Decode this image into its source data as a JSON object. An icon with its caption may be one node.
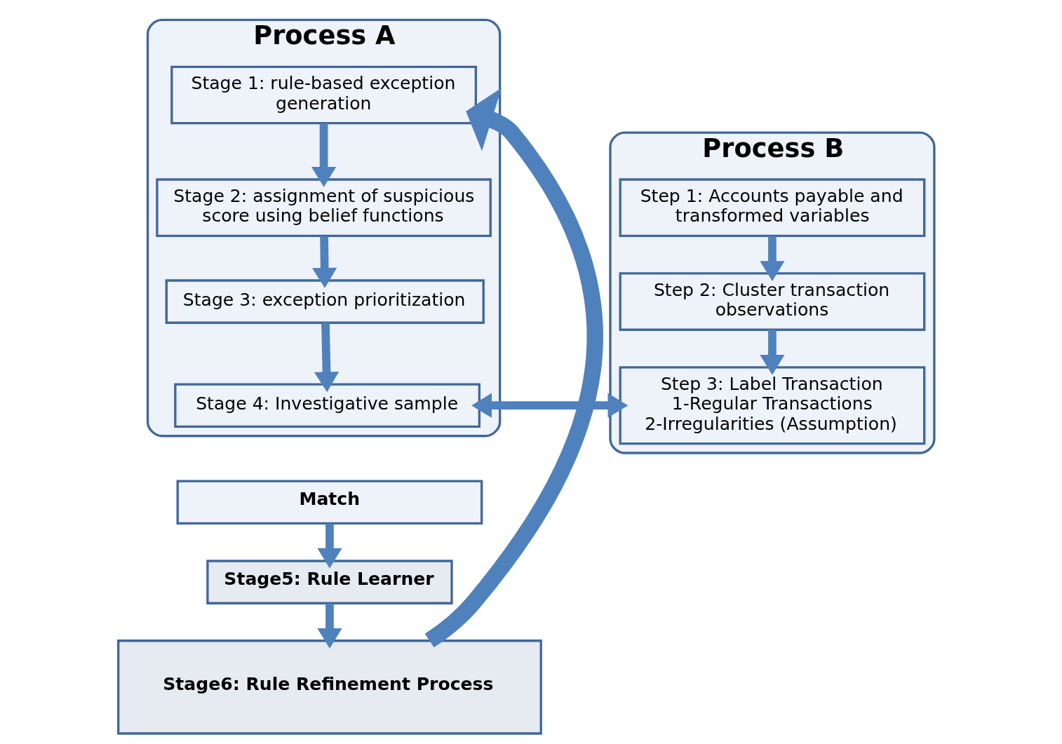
{
  "diagram": {
    "nodes": [
      {
        "text": [
          "Process A"
        ]
      },
      {
        "text": [
          "Stage 1: rule-based exception generation"
        ],
        "in": 0
      },
      {
        "text": [
          "Stage 2: assignment of suspicious score using belief functions"
        ],
        "in": 0
      },
      {
        "text": [
          "Stage 3: exception prioritization"
        ],
        "in": 0
      },
      {
        "text": [
          "Stage 4: Investigative sample"
        ],
        "in": 0
      },
      {
        "text": [
          "Process B"
        ]
      },
      {
        "text": [
          "Step 1: Accounts payable and transformed variables"
        ],
        "in": 5
      },
      {
        "text": [
          "Step 2: Cluster transaction observations"
        ],
        "in": 5
      },
      {
        "text": [
          "Step 3: Label Transaction 1-Regular Transactions 2-Irregularities (Assumption)"
        ],
        "in": 5
      },
      {
        "text": [
          "Match"
        ]
      },
      {
        "text": [
          "Stage5: Rule Learner"
        ]
      },
      {
        "text": [
          "Stage6: Rule Refinement Process"
        ]
      }
    ],
    "edges": [
      {
        "from": 1,
        "to": 2,
        "arrow": "to"
      },
      {
        "from": 2,
        "to": 3,
        "arrow": "to"
      },
      {
        "from": 3,
        "to": 4,
        "arrow": "to"
      },
      {
        "from": 6,
        "to": 7,
        "arrow": "to"
      },
      {
        "from": 7,
        "to": 8,
        "arrow": "to"
      },
      {
        "from": 4,
        "to": 8,
        "arrow": "both"
      },
      {
        "from": 9,
        "to": 10,
        "arrow": "to"
      },
      {
        "from": 10,
        "to": 11,
        "arrow": "to"
      },
      {
        "from": 11,
        "to": 1,
        "arrow": "to",
        "style": "thick"
      }
    ]
  }
}
